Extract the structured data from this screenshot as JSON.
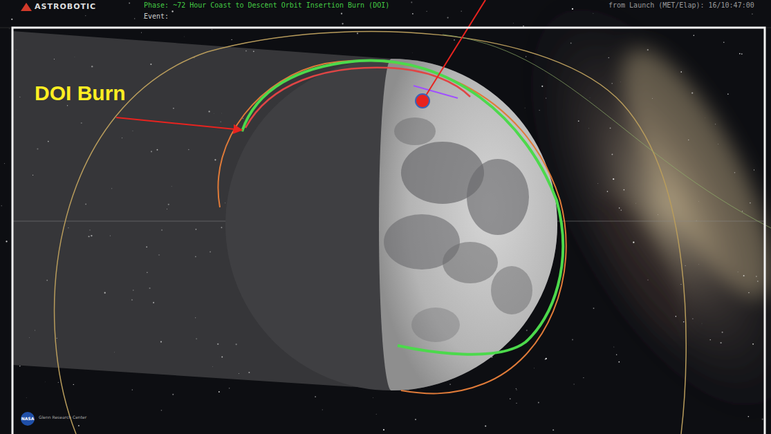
{
  "diagram": {
    "labels": [
      "ASTROBOTIC",
      "Phase: ~72 Hour Coast to Descent Orbit Insertion Burn (DOI)",
      "Event:",
      "from Launch (MET/Elap): 16/10:47:00",
      "DOI Burn",
      "NASA",
      "Glenn Research Center"
    ]
  }
}
